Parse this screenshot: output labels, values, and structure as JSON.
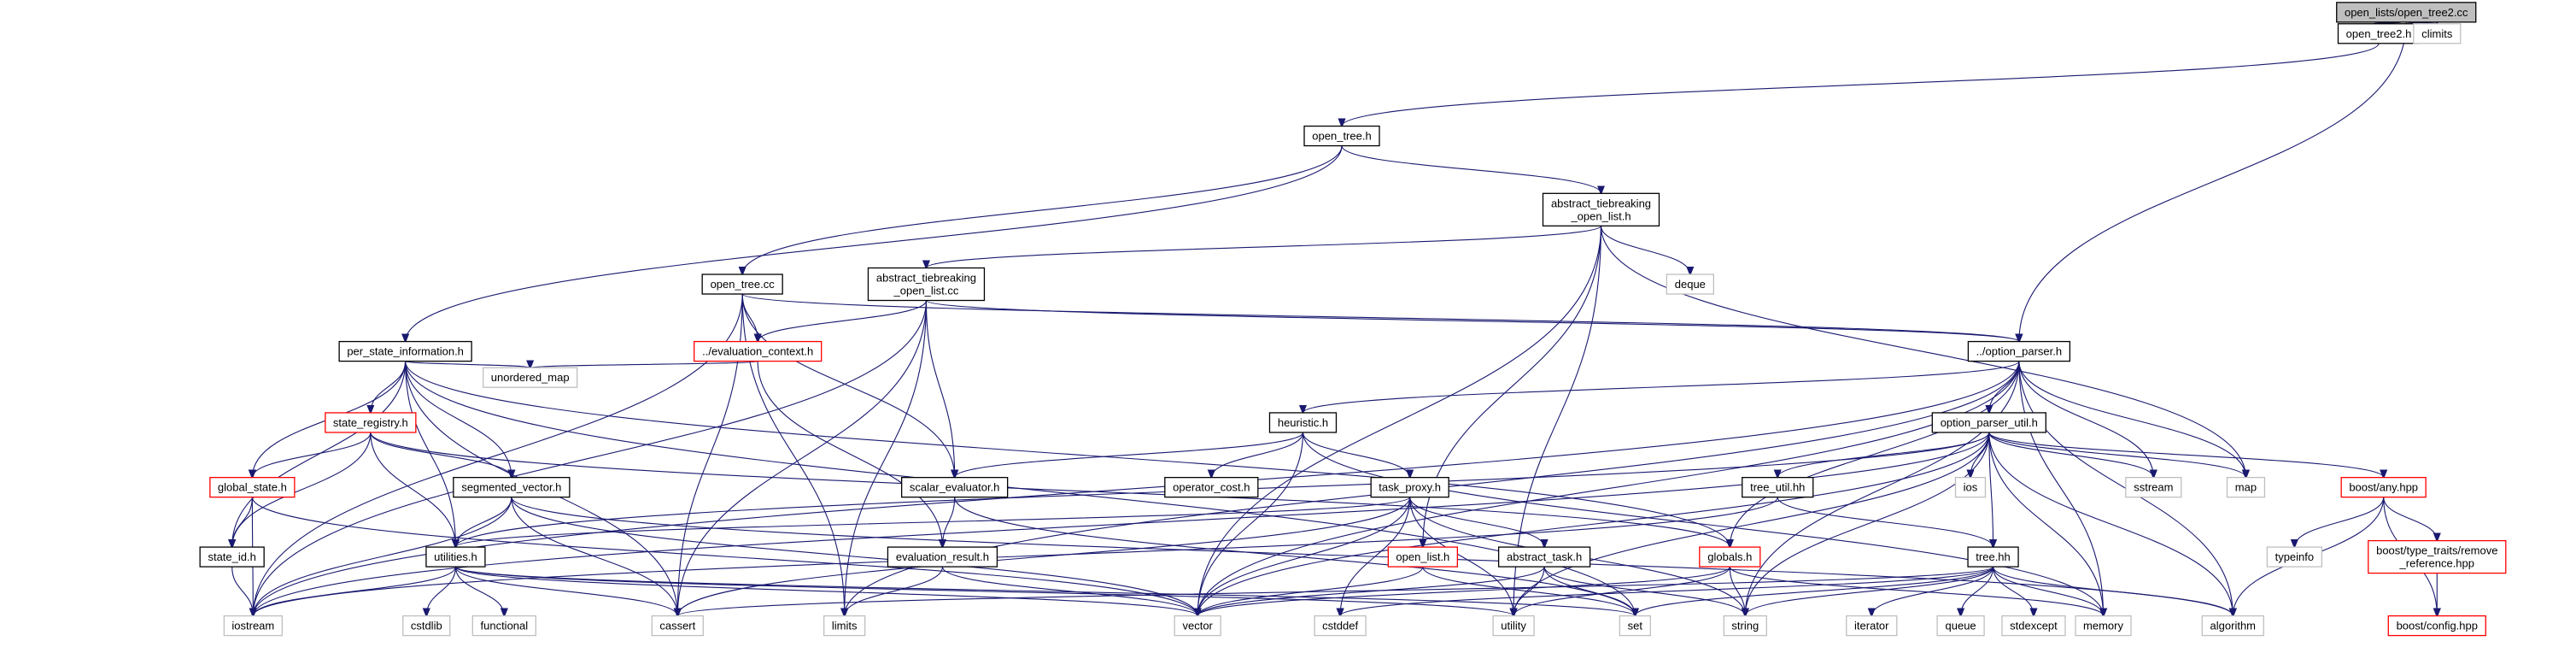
{
  "diagram": {
    "nodes": [
      {
        "id": "root",
        "lines": [
          "open_lists/open_tree2.cc"
        ],
        "kind": "root"
      },
      {
        "id": "open_tree2_h",
        "lines": [
          "open_tree2.h"
        ],
        "kind": "normal"
      },
      {
        "id": "climits",
        "lines": [
          "climits"
        ],
        "kind": "system"
      },
      {
        "id": "open_tree_h",
        "lines": [
          "open_tree.h"
        ],
        "kind": "normal"
      },
      {
        "id": "abstract_tiebreaking_open_list_h",
        "lines": [
          "abstract_tiebreaking",
          "_open_list.h"
        ],
        "kind": "normal"
      },
      {
        "id": "deque",
        "lines": [
          "deque"
        ],
        "kind": "system"
      },
      {
        "id": "open_tree_cc",
        "lines": [
          "open_tree.cc"
        ],
        "kind": "normal"
      },
      {
        "id": "abstract_tiebreaking_open_list_cc",
        "lines": [
          "abstract_tiebreaking",
          "_open_list.cc"
        ],
        "kind": "normal"
      },
      {
        "id": "per_state_information_h",
        "lines": [
          "per_state_information.h"
        ],
        "kind": "normal"
      },
      {
        "id": "evaluation_context_h",
        "lines": [
          "../evaluation_context.h"
        ],
        "kind": "truncated"
      },
      {
        "id": "option_parser_h",
        "lines": [
          "../option_parser.h"
        ],
        "kind": "normal"
      },
      {
        "id": "unordered_map",
        "lines": [
          "unordered_map"
        ],
        "kind": "system"
      },
      {
        "id": "state_registry_h",
        "lines": [
          "state_registry.h"
        ],
        "kind": "truncated"
      },
      {
        "id": "global_state_h",
        "lines": [
          "global_state.h"
        ],
        "kind": "truncated"
      },
      {
        "id": "segmented_vector_h",
        "lines": [
          "segmented_vector.h"
        ],
        "kind": "normal"
      },
      {
        "id": "heuristic_h",
        "lines": [
          "heuristic.h"
        ],
        "kind": "normal"
      },
      {
        "id": "scalar_evaluator_h",
        "lines": [
          "scalar_evaluator.h"
        ],
        "kind": "normal"
      },
      {
        "id": "operator_cost_h",
        "lines": [
          "operator_cost.h"
        ],
        "kind": "normal"
      },
      {
        "id": "task_proxy_h",
        "lines": [
          "task_proxy.h"
        ],
        "kind": "normal"
      },
      {
        "id": "option_parser_util_h",
        "lines": [
          "option_parser_util.h"
        ],
        "kind": "normal"
      },
      {
        "id": "ios",
        "lines": [
          "ios"
        ],
        "kind": "system"
      },
      {
        "id": "sstream",
        "lines": [
          "sstream"
        ],
        "kind": "system"
      },
      {
        "id": "map",
        "lines": [
          "map"
        ],
        "kind": "system"
      },
      {
        "id": "boost_any_hpp",
        "lines": [
          "boost/any.hpp"
        ],
        "kind": "truncated"
      },
      {
        "id": "tree_util_hh",
        "lines": [
          "tree_util.hh"
        ],
        "kind": "normal"
      },
      {
        "id": "state_id_h",
        "lines": [
          "state_id.h"
        ],
        "kind": "normal"
      },
      {
        "id": "utilities_h",
        "lines": [
          "utilities.h"
        ],
        "kind": "normal"
      },
      {
        "id": "evaluation_result_h",
        "lines": [
          "evaluation_result.h"
        ],
        "kind": "normal"
      },
      {
        "id": "abstract_task_h",
        "lines": [
          "abstract_task.h"
        ],
        "kind": "normal"
      },
      {
        "id": "open_list_h",
        "lines": [
          "open_list.h"
        ],
        "kind": "truncated"
      },
      {
        "id": "globals_h",
        "lines": [
          "globals.h"
        ],
        "kind": "truncated"
      },
      {
        "id": "tree_hh",
        "lines": [
          "tree.hh"
        ],
        "kind": "normal"
      },
      {
        "id": "typeinfo",
        "lines": [
          "typeinfo"
        ],
        "kind": "system"
      },
      {
        "id": "remove_reference_hpp",
        "lines": [
          "boost/type_traits/remove",
          "_reference.hpp"
        ],
        "kind": "truncated"
      },
      {
        "id": "boost_config_hpp",
        "lines": [
          "boost/config.hpp"
        ],
        "kind": "truncated"
      },
      {
        "id": "iostream",
        "lines": [
          "iostream"
        ],
        "kind": "system"
      },
      {
        "id": "cstdlib",
        "lines": [
          "cstdlib"
        ],
        "kind": "system"
      },
      {
        "id": "functional",
        "lines": [
          "functional"
        ],
        "kind": "system"
      },
      {
        "id": "cassert",
        "lines": [
          "cassert"
        ],
        "kind": "system"
      },
      {
        "id": "limits",
        "lines": [
          "limits"
        ],
        "kind": "system"
      },
      {
        "id": "vector",
        "lines": [
          "vector"
        ],
        "kind": "system"
      },
      {
        "id": "cstddef",
        "lines": [
          "cstddef"
        ],
        "kind": "system"
      },
      {
        "id": "utility",
        "lines": [
          "utility"
        ],
        "kind": "system"
      },
      {
        "id": "set",
        "lines": [
          "set"
        ],
        "kind": "system"
      },
      {
        "id": "string",
        "lines": [
          "string"
        ],
        "kind": "system"
      },
      {
        "id": "iterator",
        "lines": [
          "iterator"
        ],
        "kind": "system"
      },
      {
        "id": "queue",
        "lines": [
          "queue"
        ],
        "kind": "system"
      },
      {
        "id": "stdexcept",
        "lines": [
          "stdexcept"
        ],
        "kind": "system"
      },
      {
        "id": "memory",
        "lines": [
          "memory"
        ],
        "kind": "system"
      },
      {
        "id": "algorithm",
        "lines": [
          "algorithm"
        ],
        "kind": "system"
      }
    ],
    "edges": [
      [
        "root",
        "open_tree2_h"
      ],
      [
        "root",
        "climits"
      ],
      [
        "root",
        "option_parser_h"
      ],
      [
        "open_tree2_h",
        "root"
      ],
      [
        "open_tree2_h",
        "open_tree_h"
      ],
      [
        "open_tree_h",
        "abstract_tiebreaking_open_list_h"
      ],
      [
        "open_tree_h",
        "open_tree_cc"
      ],
      [
        "open_tree_h",
        "per_state_information_h"
      ],
      [
        "abstract_tiebreaking_open_list_h",
        "abstract_tiebreaking_open_list_cc"
      ],
      [
        "abstract_tiebreaking_open_list_h",
        "deque"
      ],
      [
        "abstract_tiebreaking_open_list_h",
        "map"
      ],
      [
        "abstract_tiebreaking_open_list_h",
        "vector"
      ],
      [
        "abstract_tiebreaking_open_list_h",
        "open_list_h"
      ],
      [
        "abstract_tiebreaking_open_list_h",
        "utility"
      ],
      [
        "open_tree_cc",
        "evaluation_context_h"
      ],
      [
        "open_tree_cc",
        "option_parser_h"
      ],
      [
        "open_tree_cc",
        "scalar_evaluator_h"
      ],
      [
        "open_tree_cc",
        "iostream"
      ],
      [
        "open_tree_cc",
        "cassert"
      ],
      [
        "open_tree_cc",
        "limits"
      ],
      [
        "abstract_tiebreaking_open_list_cc",
        "evaluation_context_h"
      ],
      [
        "abstract_tiebreaking_open_list_cc",
        "option_parser_h"
      ],
      [
        "abstract_tiebreaking_open_list_cc",
        "scalar_evaluator_h"
      ],
      [
        "abstract_tiebreaking_open_list_cc",
        "limits"
      ],
      [
        "abstract_tiebreaking_open_list_cc",
        "cassert"
      ],
      [
        "abstract_tiebreaking_open_list_cc",
        "iostream"
      ],
      [
        "per_state_information_h",
        "state_registry_h"
      ],
      [
        "per_state_information_h",
        "global_state_h"
      ],
      [
        "per_state_information_h",
        "segmented_vector_h"
      ],
      [
        "per_state_information_h",
        "unordered_map"
      ],
      [
        "per_state_information_h",
        "state_id_h"
      ],
      [
        "per_state_information_h",
        "utilities_h"
      ],
      [
        "per_state_information_h",
        "cassert"
      ],
      [
        "per_state_information_h",
        "globals_h"
      ],
      [
        "per_state_information_h",
        "set"
      ],
      [
        "evaluation_context_h",
        "unordered_map"
      ],
      [
        "evaluation_context_h",
        "evaluation_result_h"
      ],
      [
        "option_parser_h",
        "heuristic_h"
      ],
      [
        "option_parser_h",
        "option_parser_util_h"
      ],
      [
        "option_parser_h",
        "globals_h"
      ],
      [
        "option_parser_h",
        "sstream"
      ],
      [
        "option_parser_h",
        "map"
      ],
      [
        "option_parser_h",
        "algorithm"
      ],
      [
        "option_parser_h",
        "memory"
      ],
      [
        "option_parser_h",
        "vector"
      ],
      [
        "option_parser_h",
        "limits"
      ],
      [
        "option_parser_h",
        "iostream"
      ],
      [
        "option_parser_h",
        "string"
      ],
      [
        "state_registry_h",
        "global_state_h"
      ],
      [
        "state_registry_h",
        "segmented_vector_h"
      ],
      [
        "state_registry_h",
        "state_id_h"
      ],
      [
        "state_registry_h",
        "utilities_h"
      ],
      [
        "state_registry_h",
        "globals_h"
      ],
      [
        "global_state_h",
        "state_id_h"
      ],
      [
        "global_state_h",
        "iostream"
      ],
      [
        "global_state_h",
        "vector"
      ],
      [
        "segmented_vector_h",
        "utilities_h"
      ],
      [
        "segmented_vector_h",
        "cassert"
      ],
      [
        "segmented_vector_h",
        "vector"
      ],
      [
        "segmented_vector_h",
        "algorithm"
      ],
      [
        "segmented_vector_h",
        "iostream"
      ],
      [
        "heuristic_h",
        "scalar_evaluator_h"
      ],
      [
        "heuristic_h",
        "operator_cost_h"
      ],
      [
        "heuristic_h",
        "task_proxy_h"
      ],
      [
        "heuristic_h",
        "vector"
      ],
      [
        "heuristic_h",
        "memory"
      ],
      [
        "scalar_evaluator_h",
        "evaluation_result_h"
      ],
      [
        "scalar_evaluator_h",
        "set"
      ],
      [
        "task_proxy_h",
        "abstract_task_h"
      ],
      [
        "task_proxy_h",
        "utilities_h"
      ],
      [
        "task_proxy_h",
        "cassert"
      ],
      [
        "task_proxy_h",
        "cstddef"
      ],
      [
        "task_proxy_h",
        "string"
      ],
      [
        "task_proxy_h",
        "vector"
      ],
      [
        "task_proxy_h",
        "utility"
      ],
      [
        "option_parser_util_h",
        "tree_util_hh"
      ],
      [
        "option_parser_util_h",
        "tree_hh"
      ],
      [
        "option_parser_util_h",
        "boost_any_hpp"
      ],
      [
        "option_parser_util_h",
        "ios"
      ],
      [
        "option_parser_util_h",
        "sstream"
      ],
      [
        "option_parser_util_h",
        "map"
      ],
      [
        "option_parser_util_h",
        "utilities_h"
      ],
      [
        "option_parser_util_h",
        "algorithm"
      ],
      [
        "option_parser_util_h",
        "memory"
      ],
      [
        "option_parser_util_h",
        "string"
      ],
      [
        "option_parser_util_h",
        "vector"
      ],
      [
        "option_parser_util_h",
        "utility"
      ],
      [
        "option_parser_util_h",
        "iostream"
      ],
      [
        "boost_any_hpp",
        "typeinfo"
      ],
      [
        "boost_any_hpp",
        "remove_reference_hpp"
      ],
      [
        "boost_any_hpp",
        "boost_config_hpp"
      ],
      [
        "boost_any_hpp",
        "algorithm"
      ],
      [
        "remove_reference_hpp",
        "boost_config_hpp"
      ],
      [
        "tree_util_hh",
        "tree_hh"
      ],
      [
        "tree_util_hh",
        "iostream"
      ],
      [
        "state_id_h",
        "iostream"
      ],
      [
        "utilities_h",
        "iostream"
      ],
      [
        "utilities_h",
        "cstdlib"
      ],
      [
        "utilities_h",
        "functional"
      ],
      [
        "utilities_h",
        "cassert"
      ],
      [
        "utilities_h",
        "vector"
      ],
      [
        "utilities_h",
        "set"
      ],
      [
        "utilities_h",
        "utility"
      ],
      [
        "evaluation_result_h",
        "limits"
      ],
      [
        "evaluation_result_h",
        "vector"
      ],
      [
        "abstract_task_h",
        "vector"
      ],
      [
        "abstract_task_h",
        "utility"
      ],
      [
        "abstract_task_h",
        "string"
      ],
      [
        "abstract_task_h",
        "set"
      ],
      [
        "open_list_h",
        "vector"
      ],
      [
        "open_list_h",
        "set"
      ],
      [
        "globals_h",
        "string"
      ],
      [
        "globals_h",
        "vector"
      ],
      [
        "globals_h",
        "memory"
      ],
      [
        "globals_h",
        "utility"
      ],
      [
        "tree_hh",
        "cassert"
      ],
      [
        "tree_hh",
        "memory"
      ],
      [
        "tree_hh",
        "stdexcept"
      ],
      [
        "tree_hh",
        "iterator"
      ],
      [
        "tree_hh",
        "set"
      ],
      [
        "tree_hh",
        "queue"
      ],
      [
        "tree_hh",
        "algorithm"
      ],
      [
        "tree_hh",
        "cstddef"
      ],
      [
        "tree_hh",
        "string"
      ]
    ]
  }
}
